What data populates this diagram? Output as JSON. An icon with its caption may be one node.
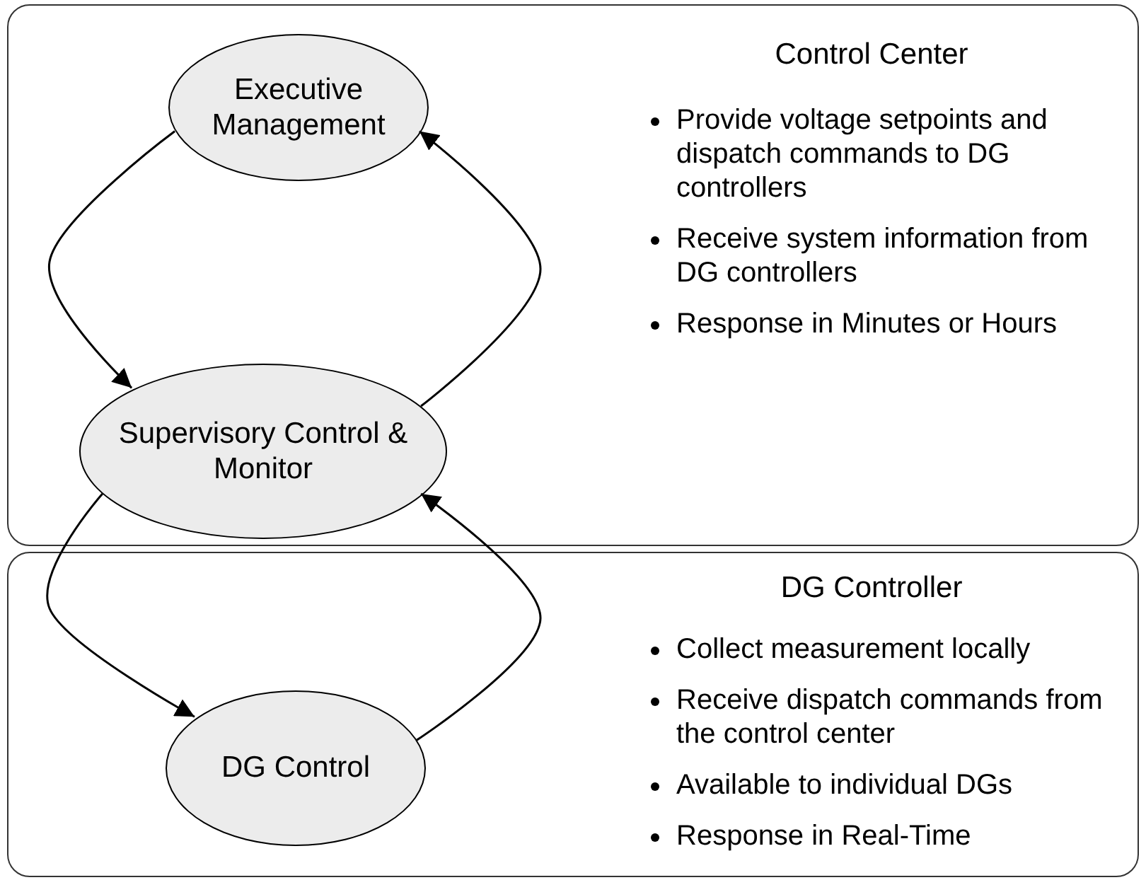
{
  "diagram": {
    "nodes": [
      {
        "text": [
          "Control Center",
          "Provide voltage setpoints and dispatch commands to DG controllers",
          "Receive system information from DG controllers",
          "Response in Minutes or Hours"
        ]
      },
      {
        "text": [
          "Executive Management"
        ],
        "in": 0
      },
      {
        "text": [
          "Supervisory Control & Monitor"
        ],
        "in": 0
      },
      {
        "text": [
          "DG Controller",
          "Collect measurement locally",
          "Receive dispatch commands from the control center",
          "Available to individual DGs",
          "Response in Real-Time"
        ]
      },
      {
        "text": [
          "DG Control"
        ],
        "in": 3
      }
    ],
    "edges": [
      {
        "from": 1,
        "to": 2,
        "arrow": "to"
      },
      {
        "from": 2,
        "to": 1,
        "arrow": "to"
      },
      {
        "from": 2,
        "to": 4,
        "arrow": "to"
      },
      {
        "from": 4,
        "to": 2,
        "arrow": "to"
      }
    ]
  }
}
